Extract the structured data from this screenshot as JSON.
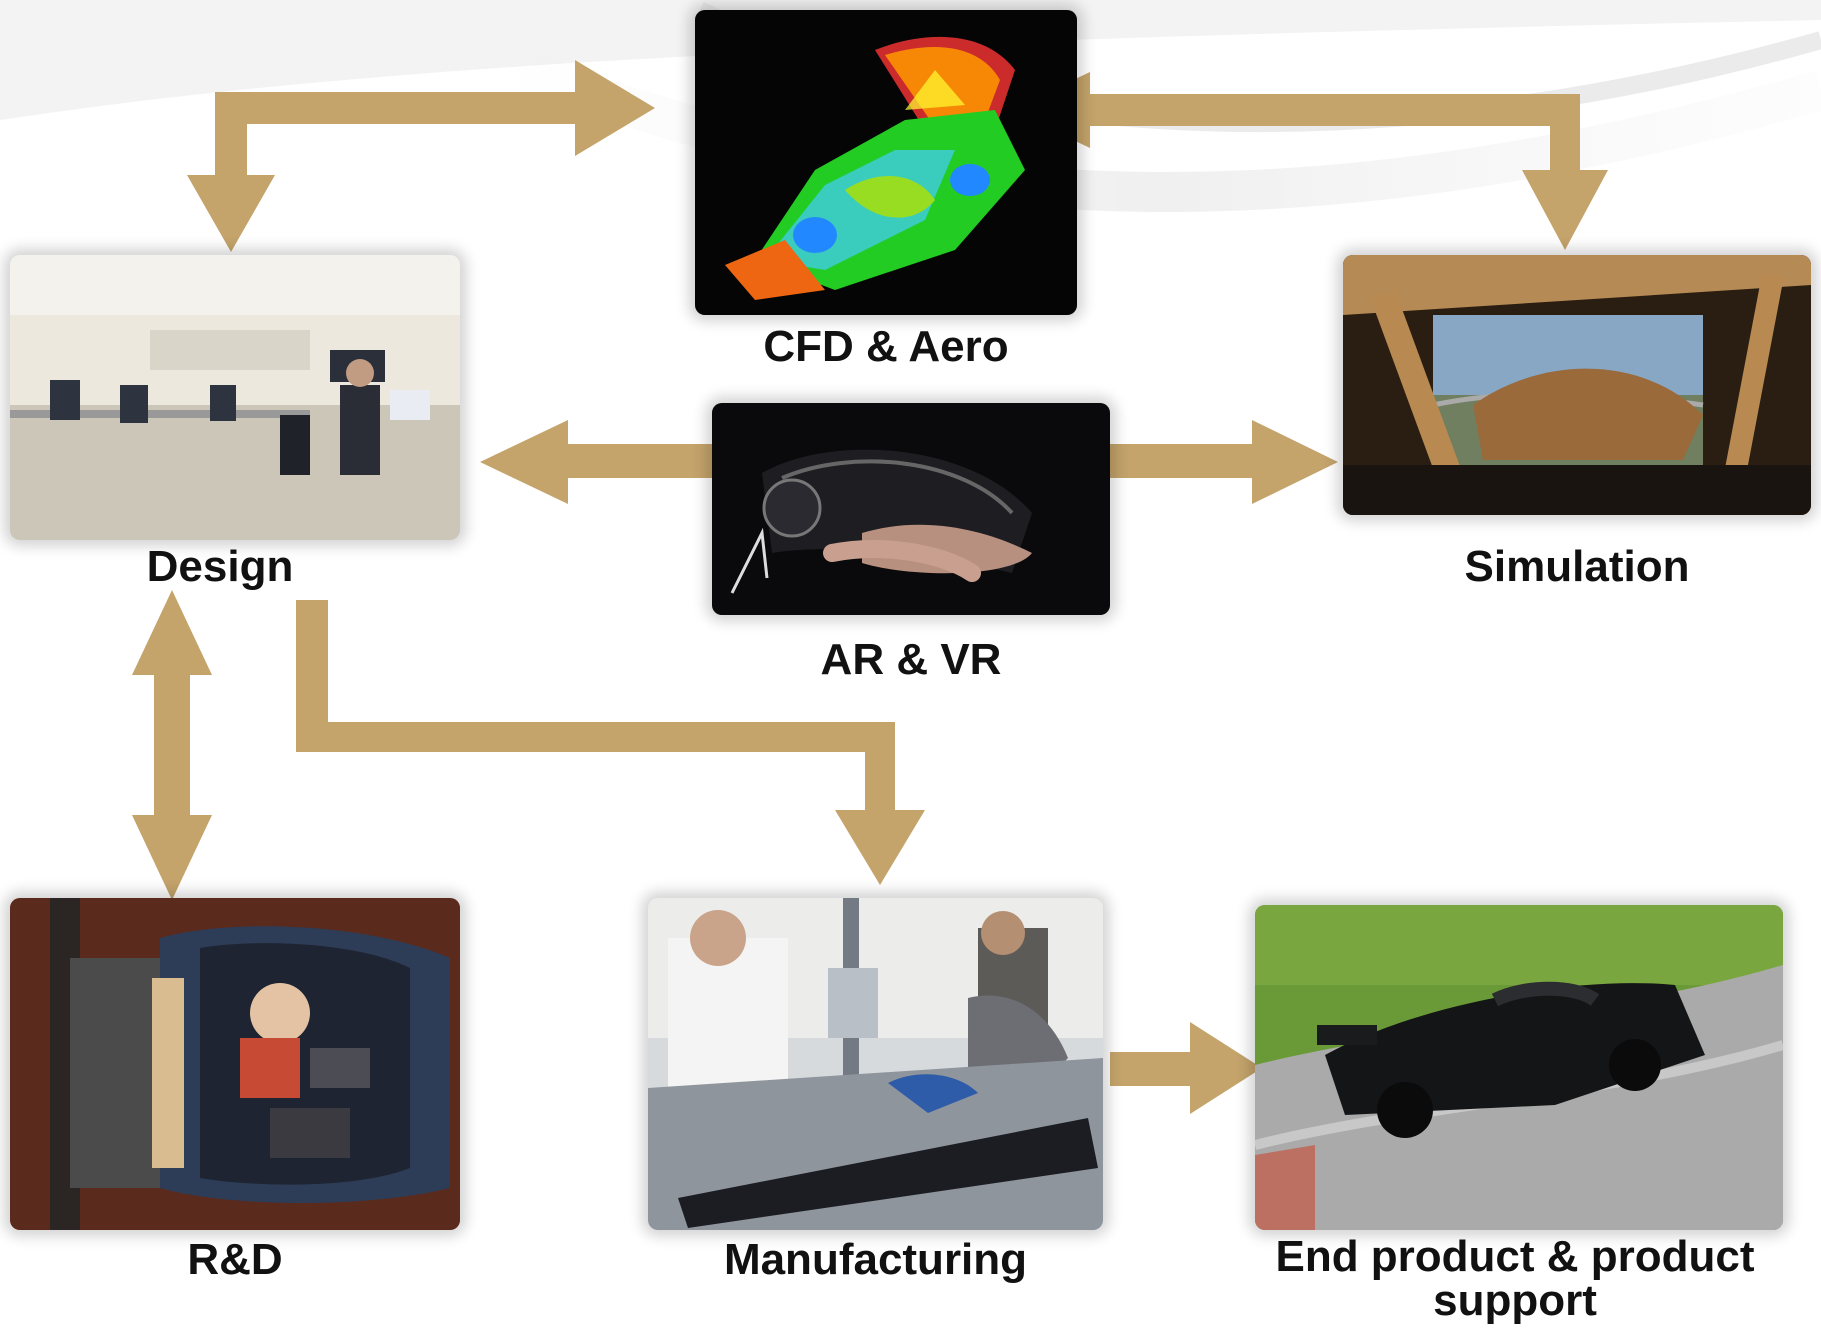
{
  "nodes": {
    "cfd": {
      "label": "CFD & Aero",
      "icon": "cfd-car-visualization"
    },
    "arvr": {
      "label": "AR & VR",
      "icon": "vr-headset"
    },
    "design": {
      "label": "Design",
      "icon": "design-office"
    },
    "simulation": {
      "label": "Simulation",
      "icon": "driving-simulator"
    },
    "rnd": {
      "label": "R&D",
      "icon": "crash-test-dummy"
    },
    "manufacturing": {
      "label": "Manufacturing",
      "icon": "measurement-lab"
    },
    "end_product": {
      "label_line1": "End product & product",
      "label_line2": "support",
      "icon": "race-car"
    }
  },
  "colors": {
    "arrow": "#C4A46B",
    "label": "#111111",
    "background": "#FFFFFF"
  }
}
